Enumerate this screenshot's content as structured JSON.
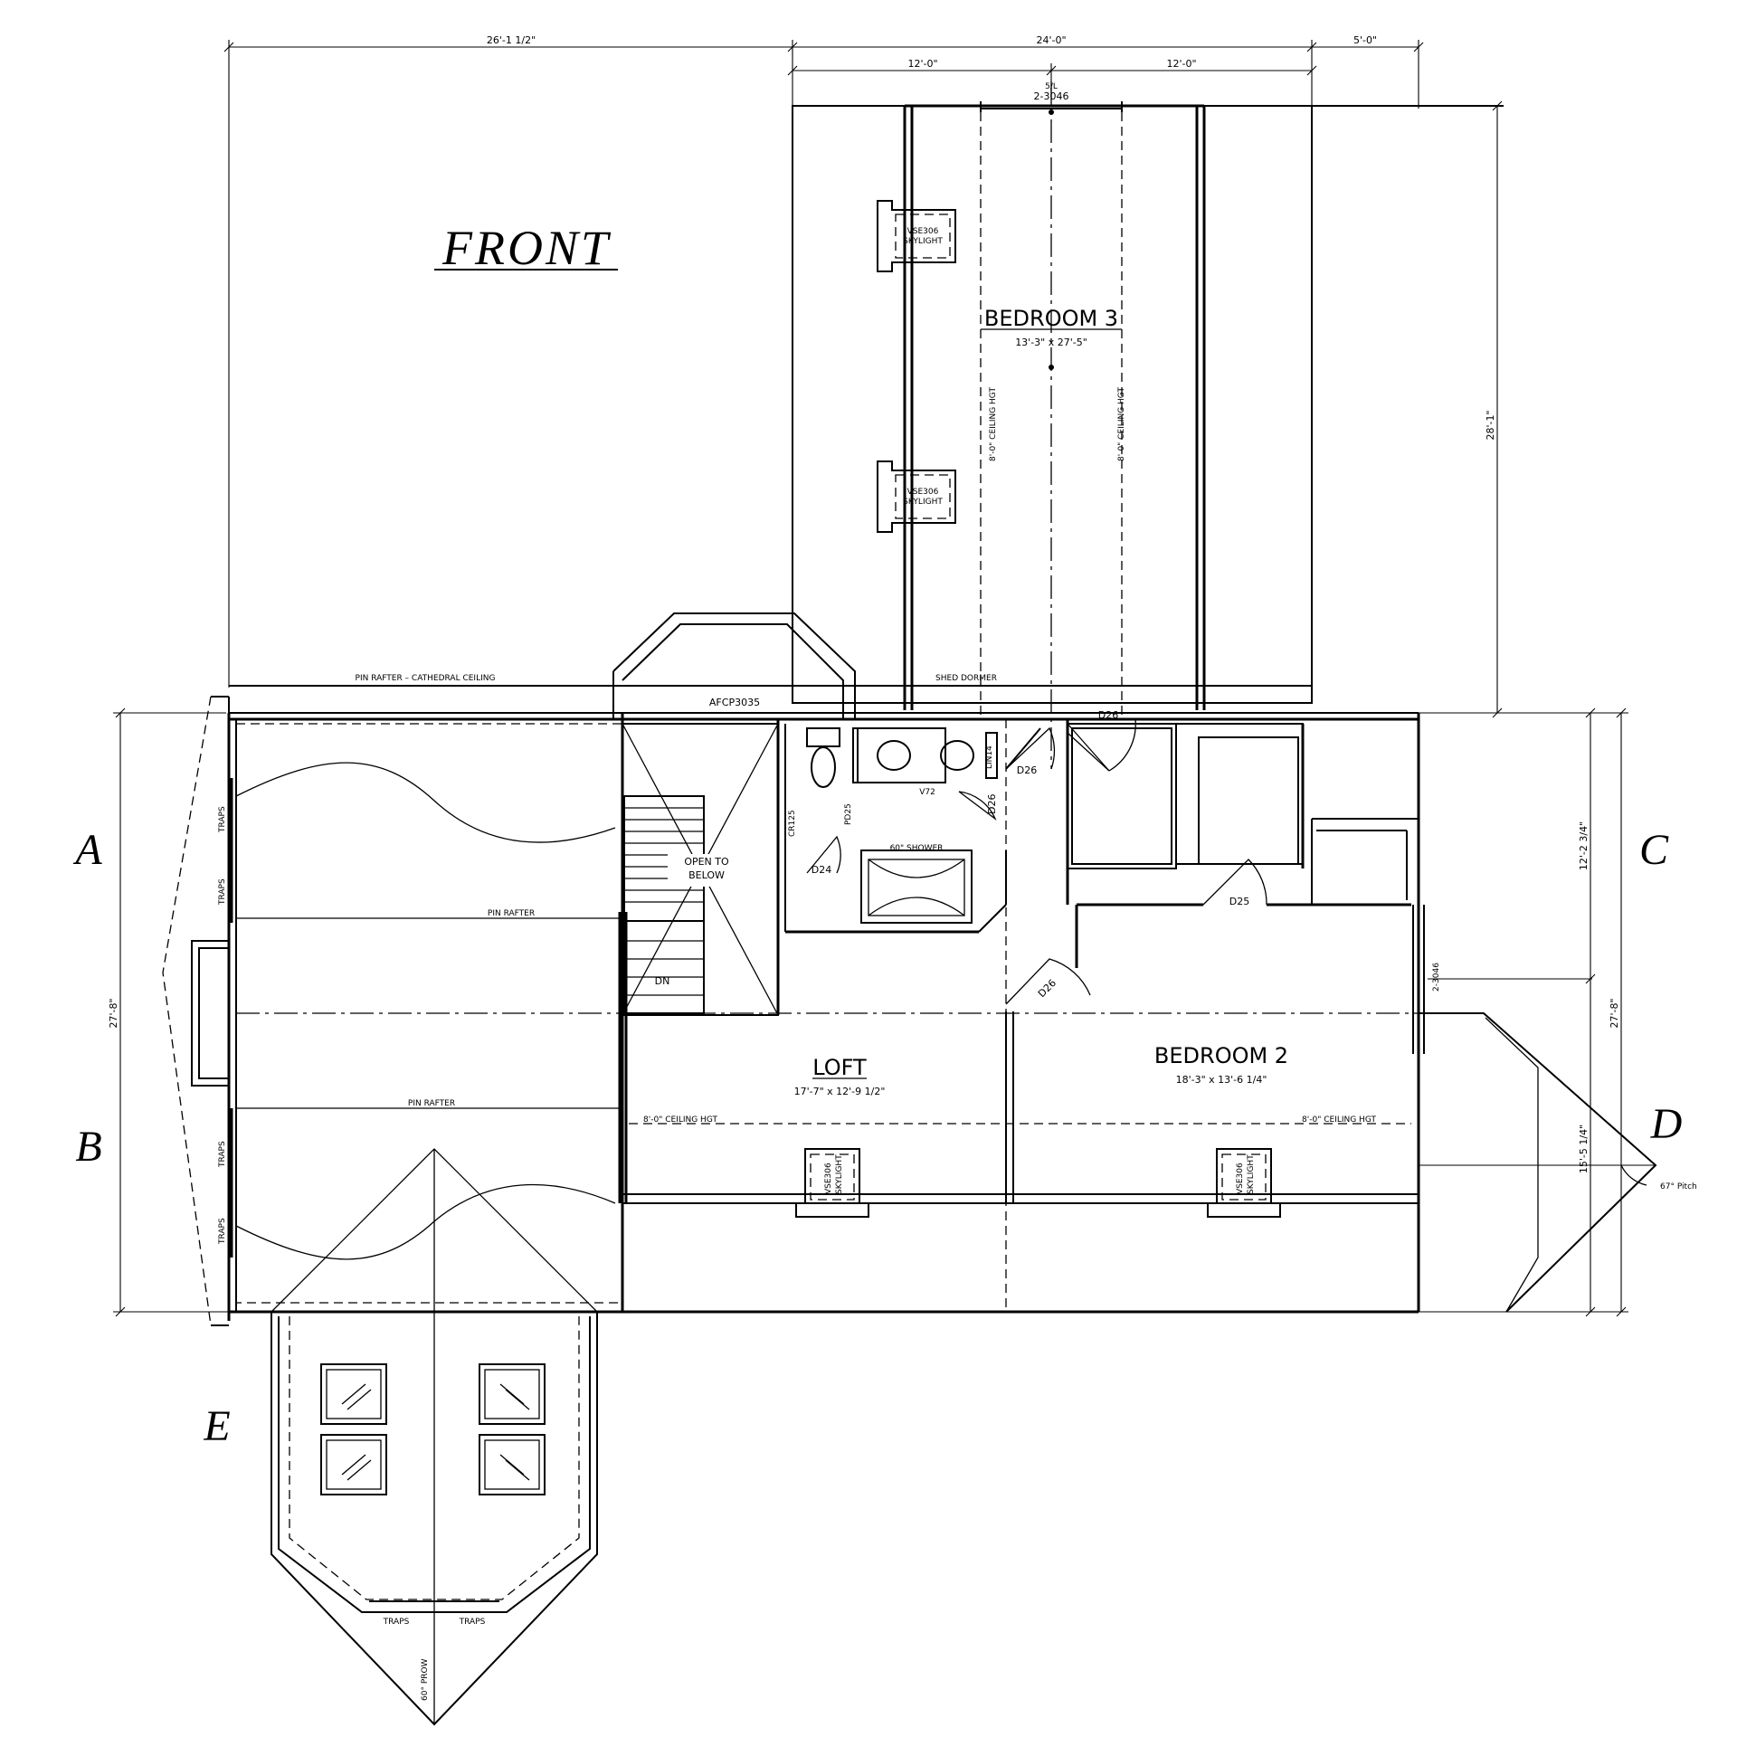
{
  "title": "FRONT",
  "grid_labels": {
    "a": "A",
    "b": "B",
    "c": "C",
    "d": "D",
    "e": "E"
  },
  "dimensions": {
    "top_left_width": "26'-1 1/2\"",
    "top_mid_width": "24'-0\"",
    "top_mid_left": "12'-0\"",
    "top_mid_right": "12'-0\"",
    "top_right_width": "5'-0\"",
    "bedroom3_depth": "28'-1\"",
    "left_depth": "27'-8\"",
    "right_upper": "12'-2 3/4\"",
    "right_total": "27'-8\"",
    "right_lower": "15'-5 1/4\"",
    "prow_angle": "67° Pitch",
    "prow_bottom": "60° PROW"
  },
  "rooms": {
    "bedroom3": {
      "name": "BEDROOM 3",
      "size": "13'-3\" x 27'-5\""
    },
    "bedroom2": {
      "name": "BEDROOM 2",
      "size": "18'-3\" x 13'-6 1/4\""
    },
    "loft": {
      "name": "LOFT",
      "size": "17'-7\" x 12'-9 1/2\""
    }
  },
  "notes": {
    "pin_rafter_cathedral": "PIN RAFTER – CATHEDRAL CEILING",
    "shed_dormer": "SHED DORMER",
    "pin_rafter": "PIN RAFTER",
    "ceiling_ht": "8'-0\" CEILING HGT",
    "open_to_below_1": "OPEN TO",
    "open_to_below_2": "BELOW",
    "dn": "DN",
    "shower": "60\" SHOWER",
    "vanity": "V72",
    "linen": "LIN14",
    "closet_rod": "CR125",
    "skylight_1": "VSE306",
    "skylight_2": "SKYLIGHT",
    "traps": "TRAPS",
    "window_top": "2-3046",
    "window_side": "2-3046",
    "window_front": "AFCP3035",
    "fixed_label": "5/L"
  },
  "doors": {
    "d26": "D26",
    "d25": "D25",
    "d24": "D24",
    "pd25": "PD25"
  }
}
